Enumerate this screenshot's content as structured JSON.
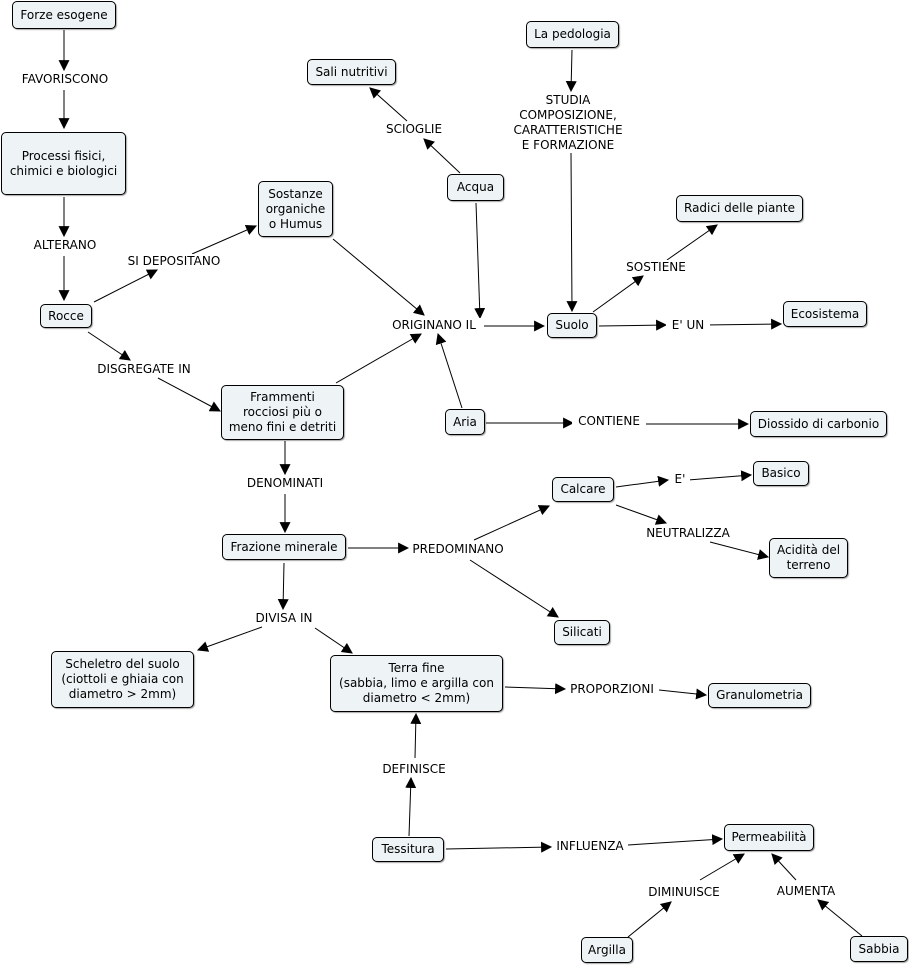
{
  "concepts": {
    "forze_esogene": "Forze esogene",
    "processi": "Processi fisici,\nchimici e biologici",
    "rocce": "Rocce",
    "sostanze_organiche": "Sostanze\norganiche\no Humus",
    "frammenti": "Frammenti\nrocciosi più o\nmeno fini e detriti",
    "frazione_minerale": "Frazione minerale",
    "scheletro": "Scheletro del suolo\n(ciottoli e ghiaia con\ndiametro > 2mm)",
    "terra_fine": "Terra fine\n(sabbia, limo e argilla con\ndiametro < 2mm)",
    "granulometria": "Granulometria",
    "tessitura": "Tessitura",
    "permeabilita": "Permeabilità",
    "argilla": "Argilla",
    "sabbia": "Sabbia",
    "sali_nutritivi": "Sali nutritivi",
    "acqua": "Acqua",
    "la_pedologia": "La pedologia",
    "suolo": "Suolo",
    "radici": "Radici delle piante",
    "ecosistema": "Ecosistema",
    "aria": "Aria",
    "diossido": "Diossido di carbonio",
    "calcare": "Calcare",
    "basico": "Basico",
    "acidita": "Acidità del\nterreno",
    "silicati": "Silicati"
  },
  "links": {
    "favoriscono": "FAVORISCONO",
    "alterano": "ALTERANO",
    "si_depositano": "SI DEPOSITANO",
    "disgregate_in": "DISGREGATE IN",
    "originano_il": "ORIGINANO IL",
    "denominati": "DENOMINATI",
    "divisa_in": "DIVISA IN",
    "predominano": "PREDOMINANO",
    "proporzioni": "PROPORZIONI",
    "definisce": "DEFINISCE",
    "influenza": "INFLUENZA",
    "diminuisce": "DIMINUISCE",
    "aumenta": "AUMENTA",
    "scioglie": "SCIOGLIE",
    "studia": "STUDIA\nCOMPOSIZIONE,\nCARATTERISTICHE\nE FORMAZIONE",
    "sostiene": "SOSTIENE",
    "e_un": "E' UN",
    "contiene": "CONTIENE",
    "e": "E'",
    "neutralizza": "NEUTRALIZZA"
  }
}
